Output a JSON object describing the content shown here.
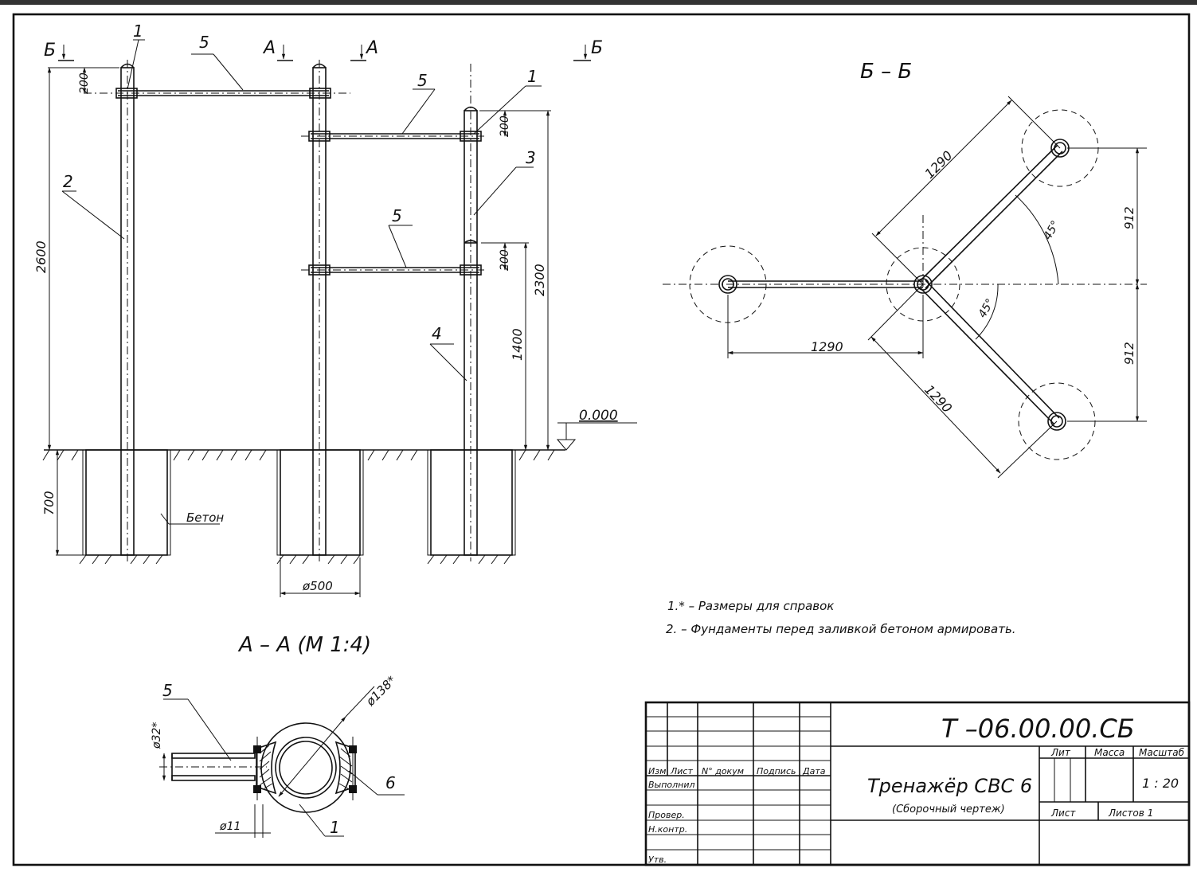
{
  "section_marks": {
    "b": "Б",
    "a": "А"
  },
  "section_bb_title": "Б – Б",
  "section_aa_title": "А – А (М 1:4)",
  "callouts": {
    "c1": "1",
    "c2": "2",
    "c3": "3",
    "c4": "4",
    "c5": "5",
    "c6": "6"
  },
  "dims": {
    "d200": "200",
    "d2600": "2600",
    "d2300": "2300",
    "d1400": "1400",
    "d700": "700",
    "d500": "ø500",
    "level": "0.000",
    "d1290": "1290",
    "d912": "912",
    "d45": "45°",
    "d138": "ø138*",
    "d32": "ø32*",
    "d11": "ø11"
  },
  "concrete_label": "Бетон",
  "notes": [
    "1.* – Размеры для справок",
    "2. – Фундаменты перед заливкой бетоном армировать."
  ],
  "title_block": {
    "code": "Т –06.00.00.СБ",
    "name": "Тренажёр СВС 6",
    "subtitle": "(Сборочный чертеж)",
    "headers": {
      "izm": "Изм",
      "list": "Лист",
      "dokum": "N° докум",
      "podpis": "Подпись",
      "data": "Дата",
      "lit": "Лит",
      "massa": "Масса",
      "masshtab": "Масштаб"
    },
    "rows": {
      "vypolnil": "Выполнил",
      "prover": "Провер.",
      "nkontr": "Н.контр.",
      "utv": "Утв."
    },
    "scale": "1 : 20",
    "sheet": "Лист",
    "sheets": "Листов  1"
  }
}
